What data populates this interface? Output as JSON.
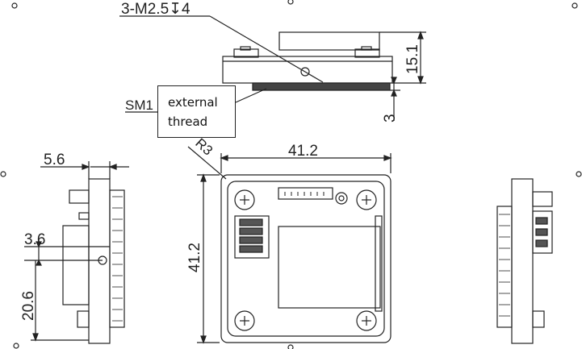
{
  "callouts": {
    "screw_hole": "3-M2.5↧4",
    "thread_code": "SM1",
    "note_line1": "external",
    "note_line2": "thread",
    "corner_radius": "R3"
  },
  "dimensions": {
    "top_height": "15.1",
    "top_small": "3",
    "front_width": "41.2",
    "front_height": "41.2",
    "side_width": "5.6",
    "side_offset": "3.6",
    "side_height": "20.6"
  }
}
